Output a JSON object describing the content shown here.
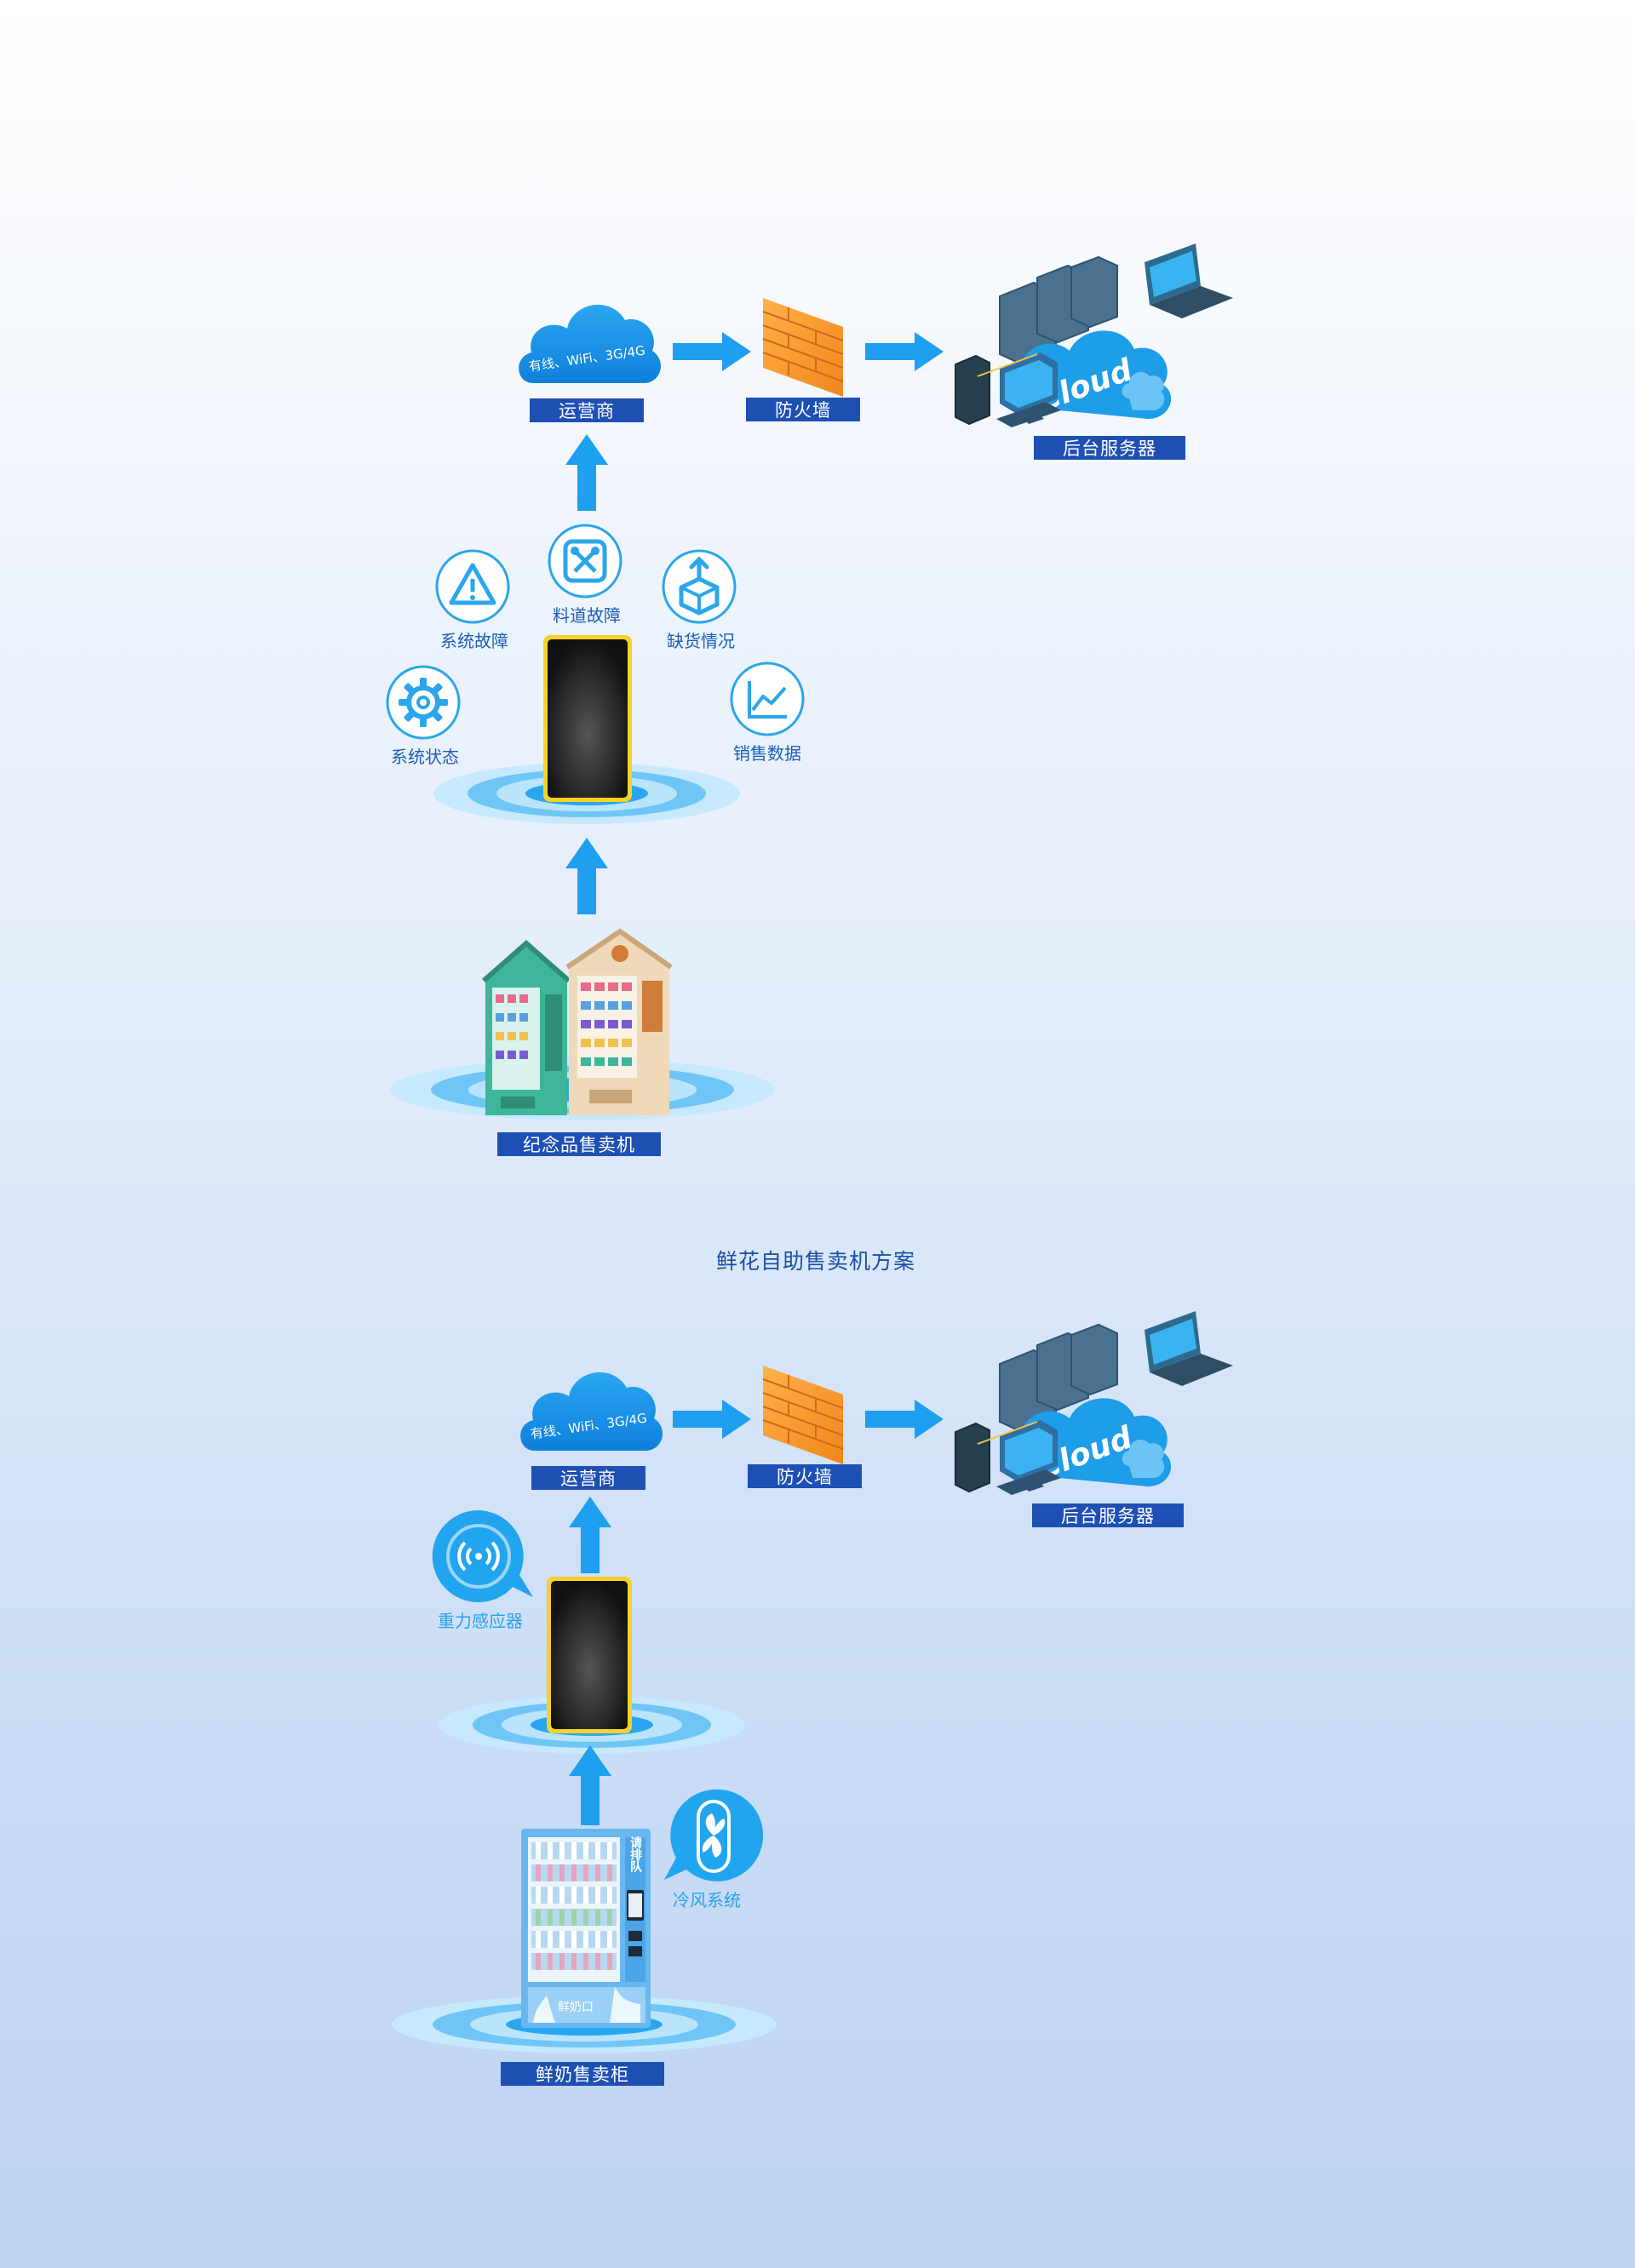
{
  "colors": {
    "label_bg": "#1e50b4",
    "arrow": "#1f9ff0",
    "icon": "#2ba6ec",
    "tablet_border": "#f4d22a"
  },
  "section1": {
    "cloud_text": "有线、WiFi、3G/4G",
    "carrier_label": "运营商",
    "firewall_label": "防火墙",
    "server_cloud_text": "Cloud",
    "server_label": "后台服务器",
    "icons": [
      {
        "icon": "warning-icon",
        "label": "系统故障"
      },
      {
        "icon": "tools-icon",
        "label": "料道故障"
      },
      {
        "icon": "box-icon",
        "label": "缺货情况"
      },
      {
        "icon": "gear-icon",
        "label": "系统状态"
      },
      {
        "icon": "chart-icon",
        "label": "销售数据"
      }
    ],
    "machine_label": "纪念品售卖机"
  },
  "section2": {
    "title": "鲜花自助售卖机方案",
    "cloud_text": "有线、WiFi、3G/4G",
    "carrier_label": "运营商",
    "firewall_label": "防火墙",
    "server_cloud_text": "Cloud",
    "server_label": "后台服务器",
    "sensor_label": "重力感应器",
    "cooling_label": "冷风系统",
    "machine_label": "鲜奶售卖柜",
    "fridge_side_text": "请排队",
    "fridge_bottom_text": "鲜奶口"
  }
}
